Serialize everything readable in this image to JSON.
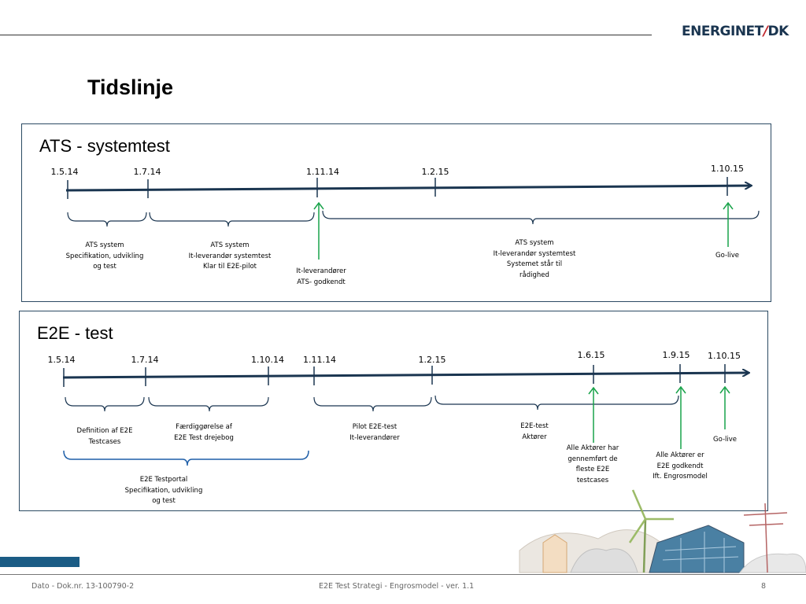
{
  "slide": {
    "logo_main": "ENERGINET",
    "logo_slash": "/",
    "logo_suffix": "DK",
    "title": "Tidslinje"
  },
  "ats": {
    "title": "ATS - systemtest",
    "dates": [
      "1.5.14",
      "1.7.14",
      "1.11.14",
      "1.2.15",
      "1.10.15"
    ],
    "labels": [
      [
        "ATS system",
        "Specifikation, udvikling",
        "og test"
      ],
      [
        "ATS system",
        "It-leverandør systemtest",
        "Klar til E2E-pilot"
      ],
      [
        "It-leverandører",
        "ATS- godkendt"
      ],
      [
        "ATS system",
        "It-leverandør systemtest",
        "Systemet står til",
        "rådighed"
      ],
      [
        "Go-live"
      ]
    ]
  },
  "e2e": {
    "title": "E2E - test",
    "dates": [
      "1.5.14",
      "1.7.14",
      "1.10.14",
      "1.11.14",
      "1.2.15",
      "1.6.15",
      "1.9.15",
      "1.10.15"
    ],
    "labels": [
      [
        "Definition af E2E",
        "Testcases"
      ],
      [
        "Færdiggørelse af",
        "E2E Test drejebog"
      ],
      [
        "Pilot E2E-test",
        "It-leverandører"
      ],
      [
        "E2E-test",
        "Aktører"
      ],
      [
        "Alle Aktører har",
        "gennemført de",
        "fleste E2E",
        "testcases"
      ],
      [
        "Alle Aktører er",
        "E2E godkendt",
        "Ift. Engrosmodel"
      ],
      [
        "Go-live"
      ],
      [
        "E2E Testportal",
        "Specifikation, udvikling",
        "og test"
      ]
    ]
  },
  "footer": {
    "left": "Dato - Dok.nr. 13-100790-2",
    "center": "E2E Test Strategi - Engrosmodel - ver. 1.1",
    "page": "8"
  },
  "colors": {
    "timeline": "#1a3550",
    "milestone_arrow": "#19a34a",
    "bracket_e2e_portal": "#1f5fa8",
    "panel_border": "#2b4a63"
  }
}
